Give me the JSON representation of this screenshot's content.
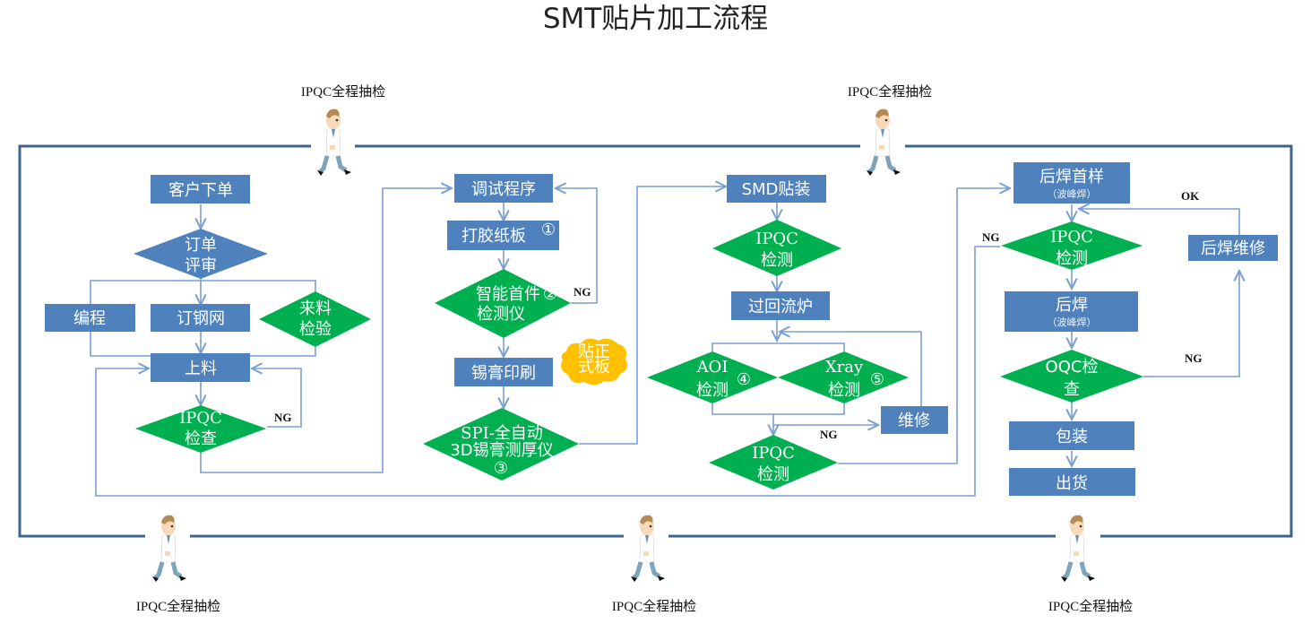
{
  "title": "SMT贴片加工流程",
  "inspector_label": "IPQC全程抽检",
  "colors": {
    "process": "#4f81bd",
    "inspection": "#00b050",
    "note": "#ffc000",
    "frame": "#41648f",
    "connector": "#7a9fd1"
  },
  "column1": {
    "order": "客户下单",
    "review": [
      "订单",
      "评审"
    ],
    "programming": "编程",
    "stencil": "订钢网",
    "incoming": [
      "来料",
      "检验"
    ],
    "loading": "上料",
    "ipqc": [
      "IPQC",
      "检查"
    ],
    "ng": "NG"
  },
  "column2": {
    "debug": "调试程序",
    "glue_board": "打胶纸板",
    "glue_num": "①",
    "first_article": [
      "智能首件",
      "检测仪"
    ],
    "first_num": "②",
    "ng": "NG",
    "printing": "锡膏印刷",
    "note": [
      "贴正",
      "式板"
    ],
    "spi": [
      "SPI-全自动",
      "3D锡膏测厚仪"
    ],
    "spi_num": "③"
  },
  "column3": {
    "smd": "SMD贴装",
    "ipqc1": [
      "IPQC",
      "检测"
    ],
    "reflow": "过回流炉",
    "aoi": [
      "AOI",
      "检测"
    ],
    "aoi_num": "④",
    "xray": [
      "Xray",
      "检测"
    ],
    "xray_num": "⑤",
    "repair": "维修",
    "ng": "NG",
    "ipqc2": [
      "IPQC",
      "检测"
    ]
  },
  "column4": {
    "first_sample": "后焊首样",
    "first_sample_sub": "（波峰焊）",
    "ipqc": [
      "IPQC",
      "检测"
    ],
    "ng_left": "NG",
    "post_weld": "后焊",
    "post_weld_sub": "（波峰焊）",
    "oqc": [
      "OQC检",
      "查"
    ],
    "ng_right": "NG",
    "ok": "OK",
    "rework": "后焊维修",
    "packing": "包装",
    "shipping": "出货"
  }
}
